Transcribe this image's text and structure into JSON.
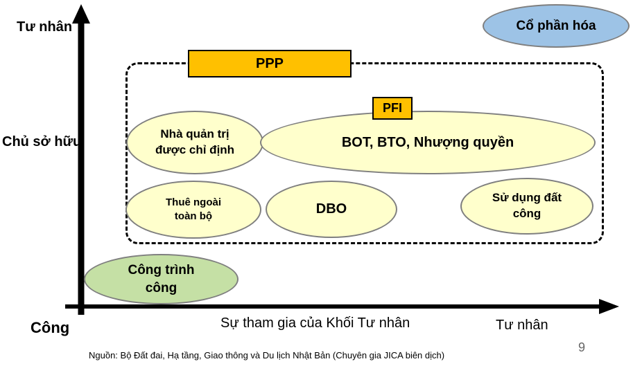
{
  "axes": {
    "y_top_label": "Tư nhân",
    "y_mid_label": "Chủ sở hữu",
    "x_left_label": "Công",
    "x_mid_label": "Sự tham gia của Khối Tư nhân",
    "x_right_label": "Tư nhân"
  },
  "boxes": {
    "ppp": "PPP",
    "pfi": "PFI"
  },
  "ellipses": {
    "nha_quan_tri_line1": "Nhà quản trị",
    "nha_quan_tri_line2": "được chỉ định",
    "bot": "BOT, BTO, Nhượng quyền",
    "thue_ngoai_line1": "Thuê ngoài",
    "thue_ngoai_line2": "toàn bộ",
    "dbo": "DBO",
    "su_dung_dat_line1": "Sử dụng đất",
    "su_dung_dat_line2": "công",
    "cong_trinh_line1": "Công trình",
    "cong_trinh_line2": "công",
    "co_phan_hoa": "Cổ phần hóa"
  },
  "footer": {
    "source": "Nguồn: Bộ Đất đai, Hạ tầng, Giao thông và Du lịch Nhật Bản (Chuyên gia JICA biên dịch)",
    "page_number": "9"
  },
  "colors": {
    "ppp_fill": "#ffc000",
    "ellipse_yellow": "#ffffcc",
    "ellipse_green": "#c5e0a5",
    "ellipse_blue": "#9dc3e6"
  }
}
